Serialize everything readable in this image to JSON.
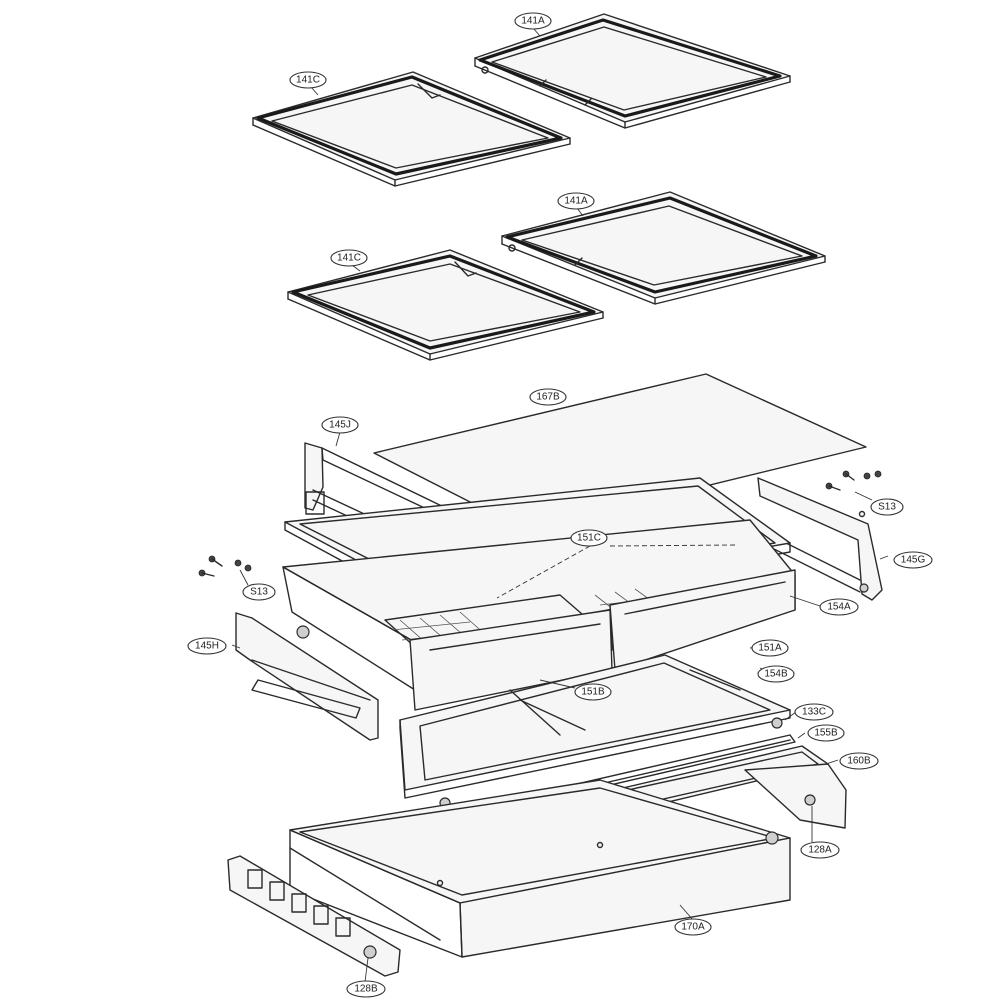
{
  "callouts": {
    "c141A_top": "141A",
    "c141C_top": "141C",
    "c141A_mid": "141A",
    "c141C_mid": "141C",
    "c167B": "167B",
    "c145J": "145J",
    "cS13_right": "S13",
    "c145G": "145G",
    "c151C": "151C",
    "cS13_left": "S13",
    "c154A": "154A",
    "c145H": "145H",
    "c151A": "151A",
    "c154B": "154B",
    "c151B": "151B",
    "c133C": "133C",
    "c155B": "155B",
    "c160B": "160B",
    "c128A": "128A",
    "c170A": "170A",
    "c128B": "128B"
  },
  "colors": {
    "line": "#2a2a2a",
    "background": "#ffffff"
  }
}
